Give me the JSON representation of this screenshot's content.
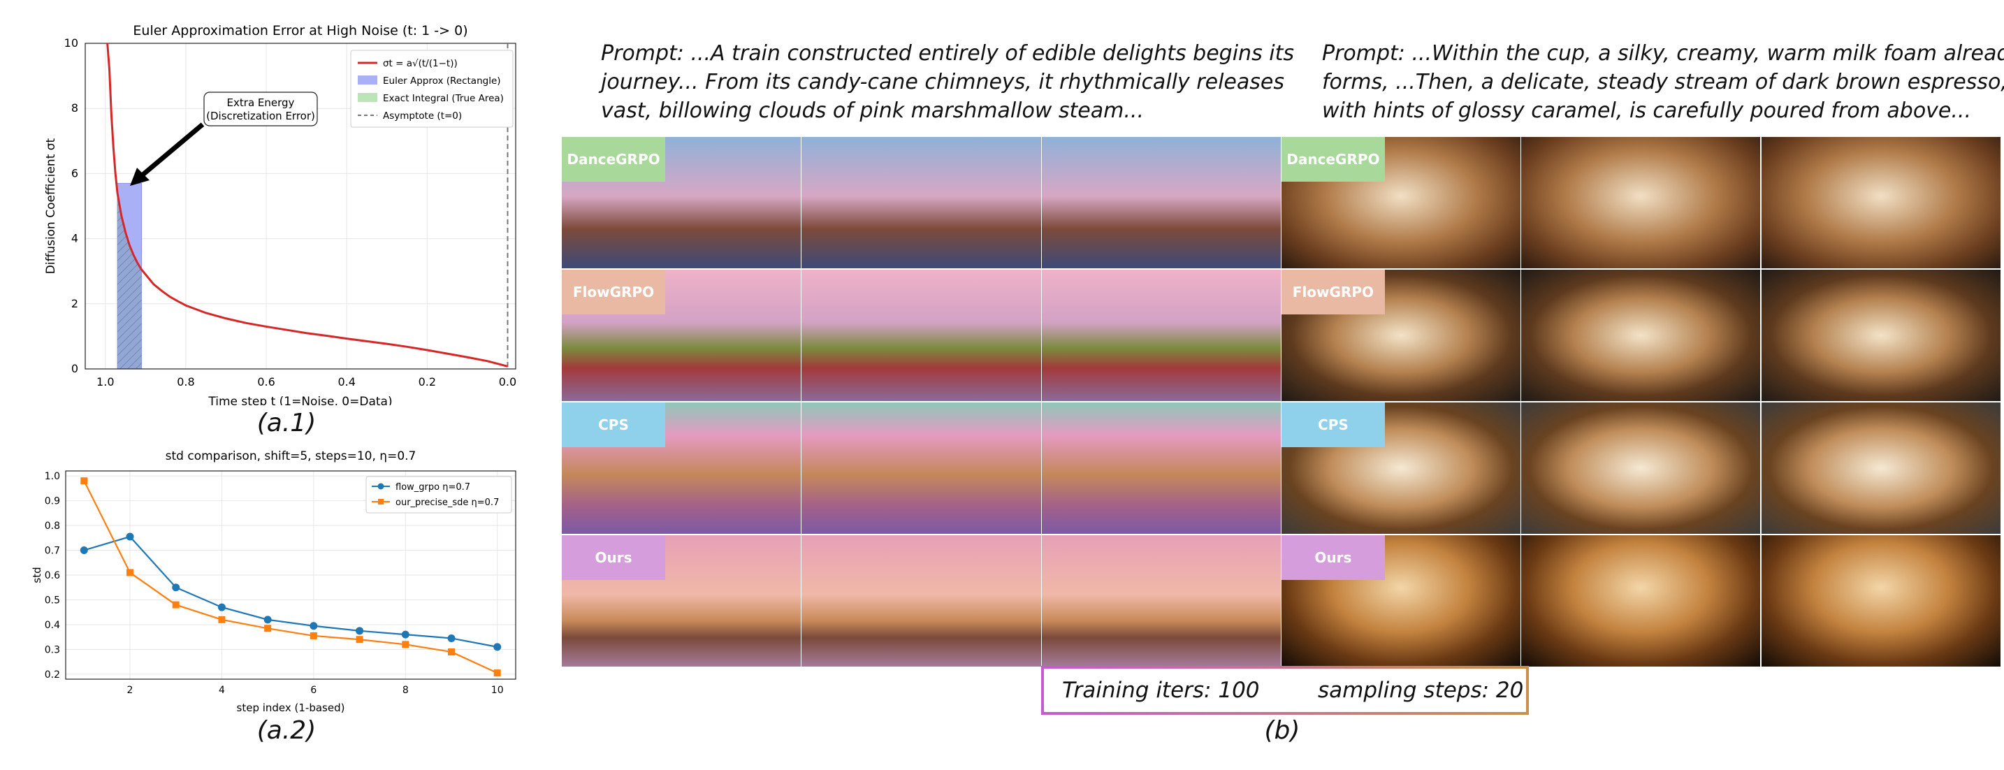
{
  "captions": {
    "a1": "(a.1)",
    "a2": "(a.2)",
    "b": "(b)"
  },
  "chart_data": [
    {
      "type": "line",
      "title": "Euler Approximation Error at High Noise (t: 1 -> 0)",
      "xlabel": "Time step t (1=Noise, 0=Data)",
      "ylabel": "Diffusion Coefficient σt",
      "xlim": [
        1.05,
        -0.02
      ],
      "ylim": [
        0,
        10
      ],
      "xticks": [
        "1.0",
        "0.8",
        "0.6",
        "0.4",
        "0.2",
        "0.0"
      ],
      "yticks": [
        "0",
        "2",
        "4",
        "6",
        "8",
        "10"
      ],
      "grid": true,
      "legend_position": "top-right",
      "legend": [
        {
          "label": "σt = a√(t/(1−t))",
          "color": "#d62728",
          "kind": "line"
        },
        {
          "label": "Euler Approx (Rectangle)",
          "color": "#aab0f5",
          "kind": "patch"
        },
        {
          "label": "Exact Integral (True Area)",
          "color": "#b9e6b4",
          "kind": "patch"
        },
        {
          "label": "Asymptote (t=0)",
          "color": "#777777",
          "kind": "dash"
        }
      ],
      "annotation": {
        "line1": "Extra Energy",
        "line2": "(Discretization Error)"
      },
      "euler_rect": {
        "t_start": 0.97,
        "t_end": 0.91,
        "height": 5.7
      },
      "series": [
        {
          "name": "σt = a√(t/(1−t))",
          "x": [
            0.995,
            0.99,
            0.985,
            0.98,
            0.975,
            0.97,
            0.96,
            0.95,
            0.94,
            0.93,
            0.92,
            0.91,
            0.9,
            0.88,
            0.86,
            0.84,
            0.82,
            0.8,
            0.75,
            0.7,
            0.65,
            0.6,
            0.55,
            0.5,
            0.45,
            0.4,
            0.35,
            0.3,
            0.25,
            0.2,
            0.15,
            0.1,
            0.05,
            0.0
          ],
          "y": [
            10,
            9.2,
            7.8,
            6.8,
            6.0,
            5.4,
            4.7,
            4.2,
            3.8,
            3.5,
            3.25,
            3.05,
            2.9,
            2.6,
            2.4,
            2.22,
            2.08,
            1.95,
            1.72,
            1.55,
            1.41,
            1.3,
            1.2,
            1.1,
            1.02,
            0.93,
            0.85,
            0.77,
            0.68,
            0.58,
            0.47,
            0.36,
            0.24,
            0.08
          ]
        }
      ]
    },
    {
      "type": "line",
      "title": "std comparison, shift=5, steps=10, η=0.7",
      "xlabel": "step index (1-based)",
      "ylabel": "std",
      "xlim": [
        0.6,
        10.4
      ],
      "ylim": [
        0.18,
        1.02
      ],
      "xticks": [
        "2",
        "4",
        "6",
        "8",
        "10"
      ],
      "yticks": [
        "0.2",
        "0.3",
        "0.4",
        "0.5",
        "0.6",
        "0.7",
        "0.8",
        "0.9",
        "1.0"
      ],
      "grid": true,
      "legend_position": "top-right",
      "series": [
        {
          "name": "flow_grpo η=0.7",
          "color": "#1f77b4",
          "marker": "circle",
          "x": [
            1,
            2,
            3,
            4,
            5,
            6,
            7,
            8,
            9,
            10
          ],
          "y": [
            0.7,
            0.755,
            0.55,
            0.47,
            0.42,
            0.395,
            0.375,
            0.36,
            0.345,
            0.31
          ]
        },
        {
          "name": "our_precise_sde η=0.7",
          "color": "#ff7f0e",
          "marker": "square",
          "x": [
            1,
            2,
            3,
            4,
            5,
            6,
            7,
            8,
            9,
            10
          ],
          "y": [
            0.98,
            0.61,
            0.48,
            0.42,
            0.385,
            0.355,
            0.34,
            0.32,
            0.29,
            0.205
          ]
        }
      ]
    }
  ],
  "grid_b": {
    "prompt_left": {
      "line1": "Prompt: ...A train constructed entirely of edible delights begins its",
      "line2": "journey... From its candy-cane chimneys, it rhythmically releases",
      "line3": "vast, billowing clouds of pink marshmallow steam..."
    },
    "prompt_right": {
      "line1": "Prompt: ...Within the cup, a silky, creamy, warm milk foam already",
      "line2": "forms, ...Then, a delicate, steady stream of dark brown espresso,",
      "line3": "with hints of glossy caramel, is carefully poured from above..."
    },
    "rows": [
      {
        "label": "DanceGRPO",
        "badge_color": "#a8d89a"
      },
      {
        "label": "FlowGRPO",
        "badge_color": "#e9b9a4"
      },
      {
        "label": "CPS",
        "badge_color": "#8fd0ea"
      },
      {
        "label": "Ours",
        "badge_color": "#d59ddb"
      }
    ],
    "training_iters": "Training iters: 100",
    "sampling_steps": "sampling steps: 20"
  }
}
